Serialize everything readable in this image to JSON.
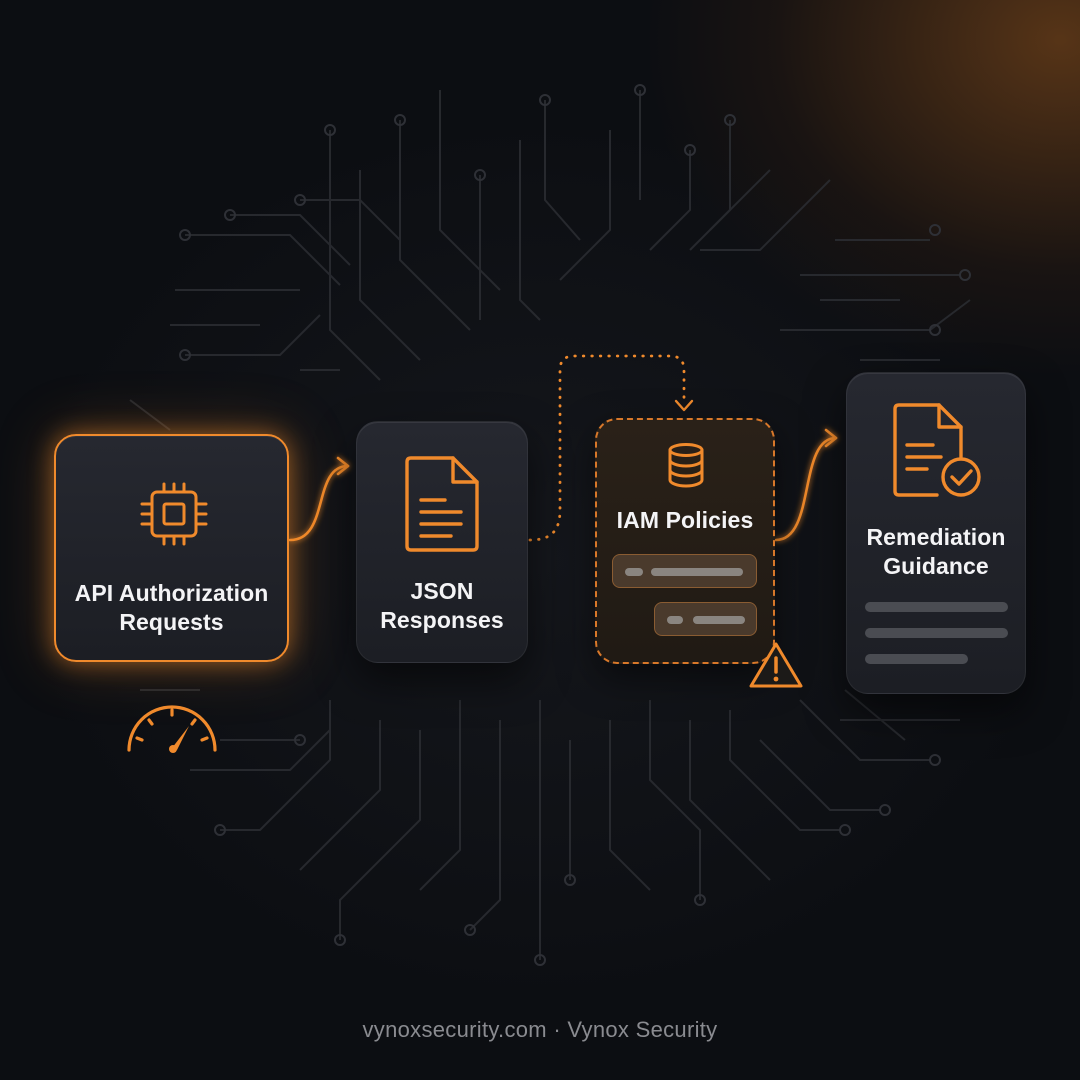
{
  "diagram": {
    "nodes": [
      {
        "id": "api",
        "label_line1": "API Authorization",
        "label_line2": "Requests",
        "icon": "cpu-chip-icon",
        "style": "highlighted"
      },
      {
        "id": "json",
        "label_line1": "JSON",
        "label_line2": "Responses",
        "icon": "document-icon",
        "style": "normal"
      },
      {
        "id": "iam",
        "label_line1": "IAM Policies",
        "icon": "database-icon",
        "style": "dashed"
      },
      {
        "id": "remediation",
        "label_line1": "Remediation",
        "label_line2": "Guidance",
        "icon": "document-check-icon",
        "style": "normal"
      }
    ],
    "edges": [
      {
        "from": "api",
        "to": "json",
        "style": "solid-arrow"
      },
      {
        "from": "json",
        "to": "iam",
        "style": "dotted-arrow"
      },
      {
        "from": "iam",
        "to": "remediation",
        "style": "solid-arrow"
      }
    ],
    "extra_icons": [
      "speedometer-icon",
      "warning-icon"
    ]
  },
  "footer": {
    "text": "vynoxsecurity.com · Vynox Security"
  },
  "colors": {
    "accent": "#f08a2c",
    "background": "#0d0f13",
    "card": "#23252b",
    "text": "#f4f4f6"
  }
}
